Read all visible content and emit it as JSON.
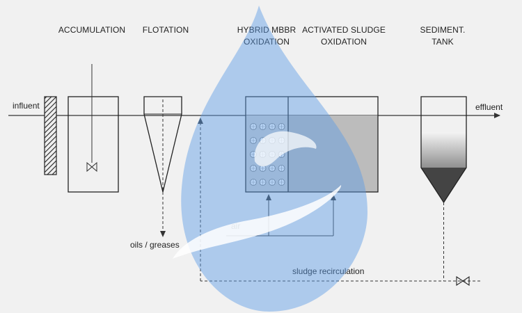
{
  "stages": {
    "accumulation": "ACCUMULATION",
    "flotation": "FLOTATION",
    "hybrid_line1": "HYBRID MBBR",
    "hybrid_line2": "OXIDATION",
    "activated_line1": "ACTIVATED SLUDGE",
    "activated_line2": "OXIDATION",
    "sediment_line1": "SEDIMENT.",
    "sediment_line2": "TANK"
  },
  "flows": {
    "influent": "influent",
    "effluent": "effluent",
    "air": "air",
    "oils_greases": "oils / greases",
    "sludge_recirculation": "sludge recirculation"
  },
  "colors": {
    "watermark": "#5a9be6",
    "sludge": "#444444",
    "activated_fill": "#bcbcbc",
    "mbbr_fill": "#d0d0d0"
  }
}
